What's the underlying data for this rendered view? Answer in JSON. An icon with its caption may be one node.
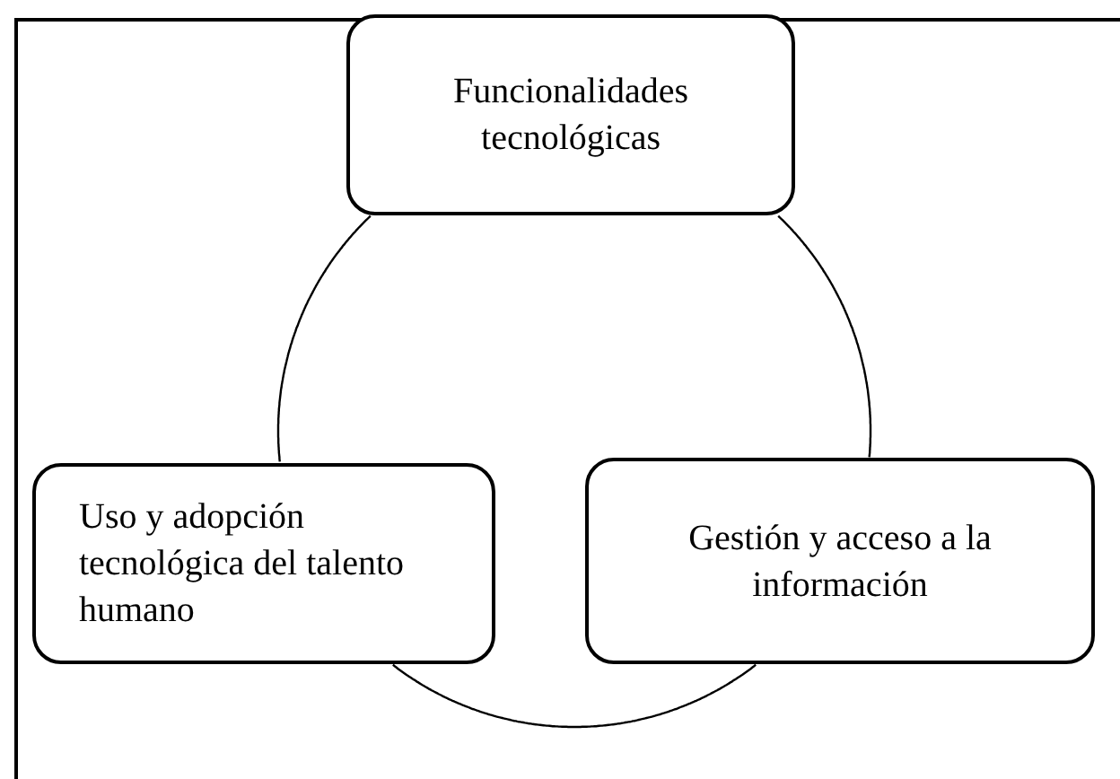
{
  "diagram": {
    "nodes": [
      {
        "text": [
          "Funcionalidades tecnológicas"
        ]
      },
      {
        "text": [
          "Uso y adopción tecnológica del talento humano"
        ]
      },
      {
        "text": [
          "Gestión y acceso a la información"
        ]
      }
    ],
    "edges": [
      {
        "from": 0,
        "to": 1,
        "arrow": "none"
      },
      {
        "from": 0,
        "to": 2,
        "arrow": "none"
      },
      {
        "from": 1,
        "to": 2,
        "arrow": "none"
      }
    ]
  }
}
